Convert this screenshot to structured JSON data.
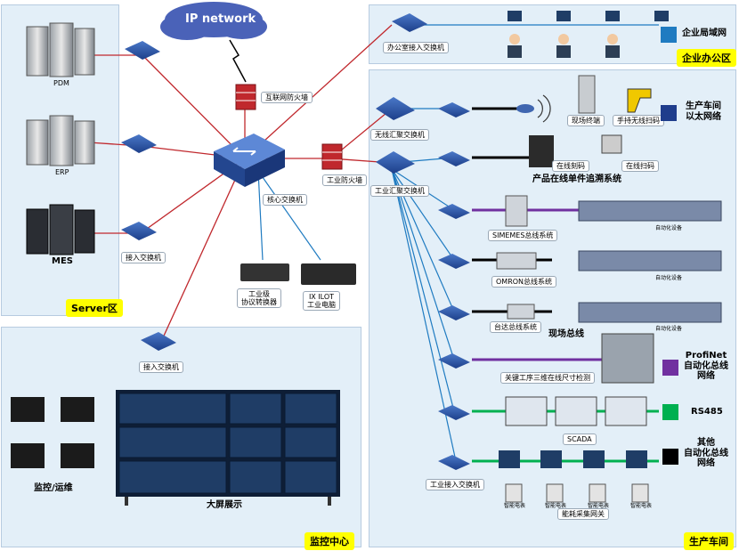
{
  "cloud_label": "IP network",
  "zones": {
    "server": "Server区",
    "office": "企业办公区",
    "monitor": "监控中心",
    "production": "生产车间"
  },
  "servers": [
    "PDM",
    "ERP",
    "MES"
  ],
  "devices": {
    "firewall_internet": "互联网防火墙",
    "firewall_industrial": "工业防火墙",
    "core_switch": "核心交换机",
    "access_switch": "接入交换机",
    "access_switch_monitor": "接入交换机",
    "office_access_switch": "办公室接入交换机",
    "wireless_agg_switch": "无线汇聚交换机",
    "industrial_agg_switch": "工业汇聚交换机",
    "protocol_converter": "工业级\n协议转换器",
    "industrial_pc": "IX ILOT\n工业电脑",
    "industrial_access_switch": "工业接入交换机"
  },
  "monitor": {
    "ops_label": "监控/运维",
    "big_screen_label": "大屏展示"
  },
  "production": {
    "field_terminal": "现场终端",
    "handheld_scanner": "手持无线扫码",
    "online_marking": "在线刻码",
    "online_scanning": "在线扫码",
    "traceability": "产品在线单件追溯系统",
    "siemens": "SIMEMES总线系统",
    "omron": "OMRON总线系统",
    "delta": "台达总线系统",
    "fieldbus": "现场总线",
    "inspection": "关键工序三维在线尺寸检测",
    "scada": "SCADA",
    "energy": "能耗采集网关",
    "meter": "智能电表",
    "equipment": "自动化设备"
  },
  "legend": [
    {
      "label": "企业局域网",
      "color": "#1f7bc1"
    },
    {
      "label": "生产车间\n以太网络",
      "color": "#1f3d8c"
    },
    {
      "label": "ProfiNet\n自动化总线\n网络",
      "color": "#7030a0"
    },
    {
      "label": "RS485",
      "color": "#00b050"
    },
    {
      "label": "其他\n自动化总线\n网络",
      "color": "#000000"
    }
  ]
}
